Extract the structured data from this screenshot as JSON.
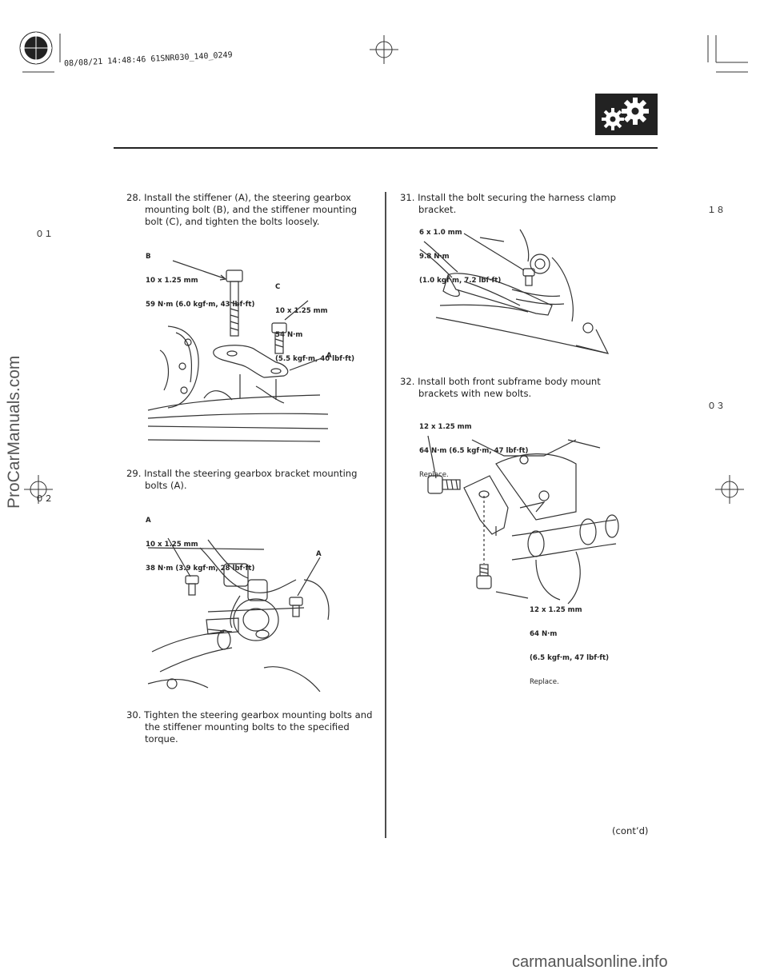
{
  "header": {
    "print_stamp": "08/08/21 14:48:46 61SNR030_140_0249",
    "gear_icon": "gears-icon"
  },
  "margin_marks": {
    "r1": "１８",
    "l1": "０１",
    "r2": "０３",
    "l2": "０２"
  },
  "steps": {
    "s28": {
      "num": "28.",
      "text": "Install the stiffener (A), the steering gearbox mounting bolt (B), and the stiffener mounting bolt (C), and tighten the bolts loosely."
    },
    "s29": {
      "num": "29.",
      "text": "Install the steering gearbox bracket mounting bolts (A)."
    },
    "s30": {
      "num": "30.",
      "text": "Tighten the steering gearbox mounting bolts and the stiffener mounting bolts to the specified torque."
    },
    "s31": {
      "num": "31.",
      "text": "Install the bolt securing the harness clamp bracket."
    },
    "s32": {
      "num": "32.",
      "text": "Install both front subframe body mount brackets with new bolts."
    }
  },
  "fig28": {
    "b_letter": "B",
    "b_size": "10 x 1.25 mm",
    "b_torque": "59 N·m (6.0 kgf·m, 43 lbf·ft)",
    "c_letter": "C",
    "c_size": "10 x 1.25 mm",
    "c_torque": "54 N·m",
    "c_torque2": "(5.5 kgf·m, 40 lbf·ft)",
    "a_letter": "A"
  },
  "fig29": {
    "a_letter": "A",
    "a_size": "10 x 1.25 mm",
    "a_torque": "38 N·m (3.9 kgf·m, 28 lbf·ft)",
    "a_letter2": "A"
  },
  "fig31": {
    "size": "6 x 1.0 mm",
    "torque": "9.8 N·m",
    "torque2": "(1.0 kgf·m, 7.2 lbf·ft)"
  },
  "fig32": {
    "top_size": "12 x 1.25 mm",
    "top_torque": "64 N·m (6.5 kgf·m, 47 lbf·ft)",
    "top_note": "Replace.",
    "bot_size": "12 x 1.25 mm",
    "bot_torque": "64 N·m",
    "bot_torque2": "(6.5 kgf·m, 47 lbf·ft)",
    "bot_note": "Replace."
  },
  "footer": {
    "contd": "(cont’d)"
  },
  "watermarks": {
    "side": "ProCarManuals.com",
    "bottom": "carmanualsonline.info"
  }
}
